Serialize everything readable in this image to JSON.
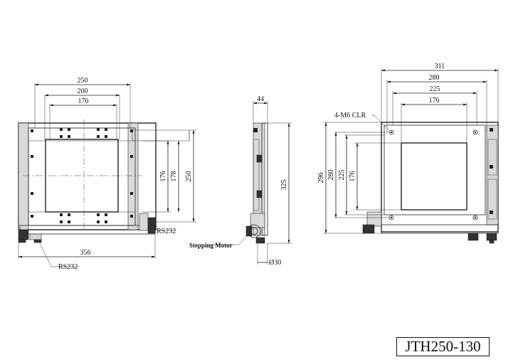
{
  "front_view": {
    "dim_outer_width": "250",
    "dim_mid_width": "200",
    "dim_inner_width": "176",
    "dim_inner_height": "176",
    "dim_mid_height": "178",
    "dim_outer_height": "250",
    "dim_base_width": "356",
    "label_rs232_right": "RS232",
    "label_rs232_bottom": "RS232"
  },
  "side_view": {
    "dim_depth": "44",
    "dim_height": "325",
    "dim_knob_diameter": "Ø30",
    "label_motor": "Stepping Motor"
  },
  "rear_view": {
    "dim_overall_width": "311",
    "dim_hole_width": "280",
    "dim_mid_width": "225",
    "dim_inner_width": "176",
    "dim_overall_height": "296",
    "dim_hole_height": "280",
    "dim_mid_height": "225",
    "dim_inner_height": "176",
    "label_holes": "4-M6 CLR"
  },
  "model": "JTH250-130"
}
